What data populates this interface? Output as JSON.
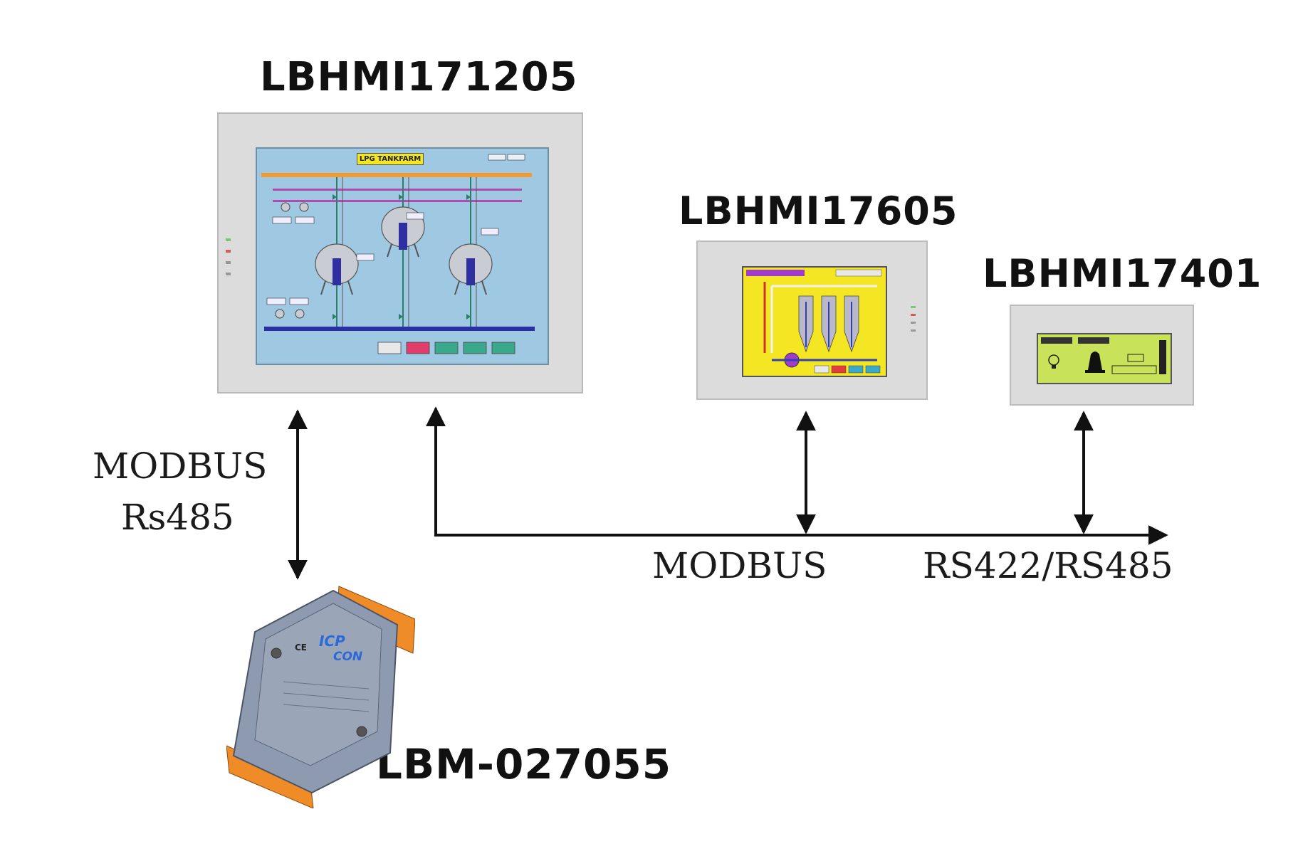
{
  "devices": {
    "hmi_large": {
      "model": "LBHMI171205",
      "screen_title": "LPG TANKFARM"
    },
    "hmi_medium": {
      "model": "LBHMI17605"
    },
    "hmi_small": {
      "model": "LBHMI17401"
    },
    "io_module": {
      "model": "LBM-027055",
      "brand": "ICPCON",
      "brand_top": "ICP",
      "brand_bottom": "CON",
      "ce_mark": "CE"
    }
  },
  "links": {
    "left_protocol": "MODBUS",
    "left_bus": "Rs485",
    "bus_protocol": "MODBUS",
    "bus_standard": "RS422/RS485"
  },
  "colors": {
    "line": "#111111",
    "bezel": "#dcdcdc",
    "screen_large": "#9fc8e3",
    "screen_medium": "#f5e623",
    "screen_small": "#c8e35a",
    "module_body": "#8e9ab0",
    "terminal": "#f08c28"
  }
}
